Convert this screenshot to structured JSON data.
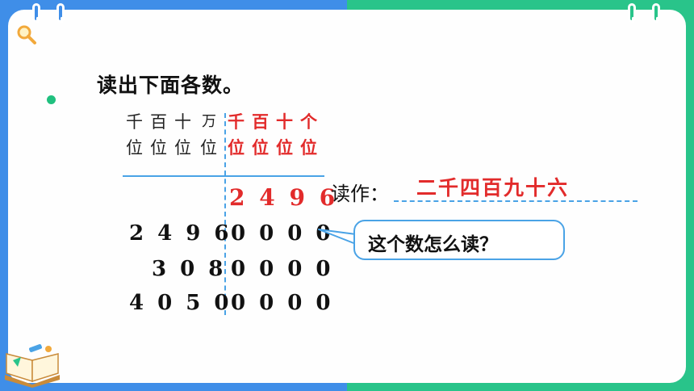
{
  "title": "读出下面各数。",
  "place_names_black": [
    "千",
    "百",
    "十",
    "万"
  ],
  "place_wei_black": [
    "位",
    "位",
    "位",
    "位"
  ],
  "place_names_red": [
    "千",
    "百",
    "十",
    "个"
  ],
  "place_wei_red": [
    "位",
    "位",
    "位",
    "位"
  ],
  "highlight_number": "2 4 9 6",
  "rows": [
    {
      "left": "2 4 9 6",
      "right": "0 0 0 0"
    },
    {
      "left": "3 0 8",
      "right": "0 0 0 0"
    },
    {
      "left": "4 0 5 0",
      "right": "0 0 0 0"
    }
  ],
  "read_label": "读作：",
  "read_answer": "二千四百九十六",
  "question": "这个数怎么读？",
  "colors": {
    "accent_blue": "#3f8ee8",
    "accent_green": "#29c48a",
    "answer_red": "#e22b2b"
  },
  "icons": [
    "magnifier-icon",
    "binder-ring-icon",
    "book-tools-icon"
  ]
}
